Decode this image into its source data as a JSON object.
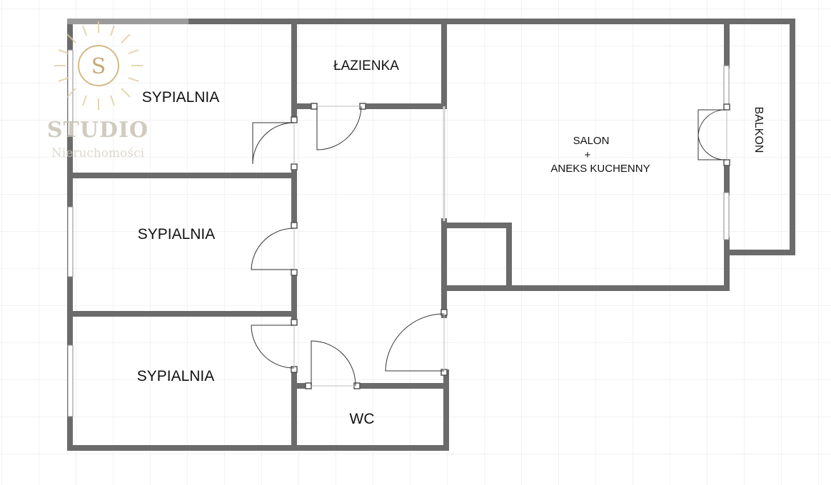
{
  "rooms": {
    "bedroom_1": "SYPIALNIA",
    "bedroom_2": "SYPIALNIA",
    "bedroom_3": "SYPIALNIA",
    "bathroom": "ŁAZIENKA",
    "living_line1": "SALON",
    "living_line2": "+",
    "living_line3": "ANEKS KUCHENNY",
    "balcony": "BALKON",
    "wc": "WC"
  },
  "logo": {
    "letter": "S",
    "name": "STUDIO",
    "tagline": "Nieruchomości"
  },
  "colors": {
    "wall": "#6b6b6b",
    "grid": "#e9e9e9",
    "logo_gold": "#c9a96a",
    "logo_text": "#cfc7bb"
  }
}
